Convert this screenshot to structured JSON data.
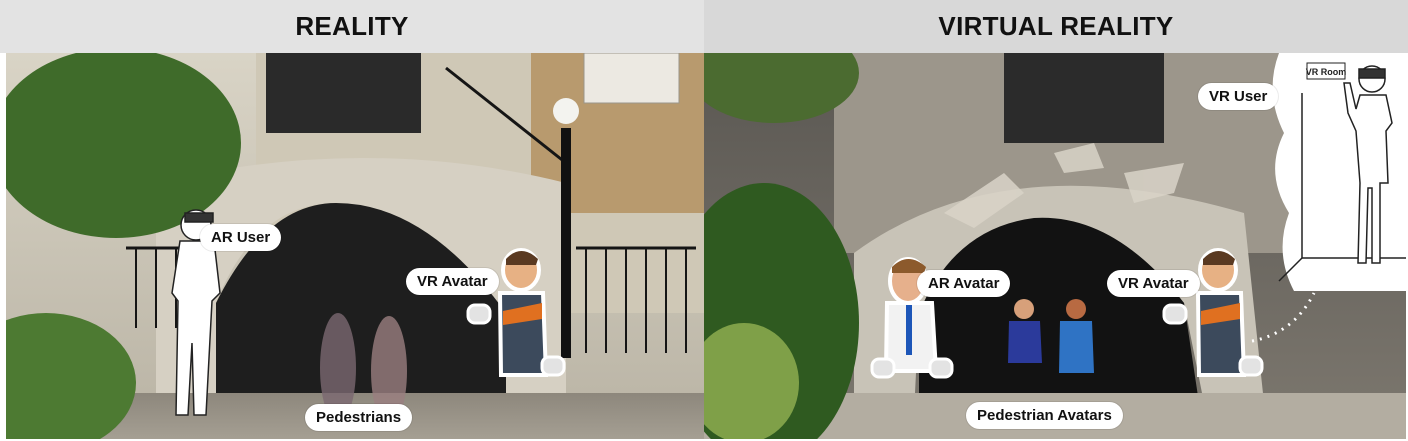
{
  "panels": {
    "left": {
      "title": "REALITY",
      "labels": {
        "ar_user": "AR User",
        "vr_avatar": "VR Avatar",
        "pedestrians": "Pedestrians"
      }
    },
    "right": {
      "title": "VIRTUAL REALITY",
      "labels": {
        "vr_user": "VR User",
        "ar_avatar": "AR Avatar",
        "vr_avatar": "VR Avatar",
        "pedestrian_avatars": "Pedestrian Avatars"
      },
      "sign_text": "VR Room"
    }
  },
  "colors": {
    "stone": "#c9c4b8",
    "dark_arch": "#1c1c1c",
    "foliage": "#3f6b2a",
    "avatar_orange": "#e07020",
    "avatar_blue": "#2a4b8f"
  }
}
